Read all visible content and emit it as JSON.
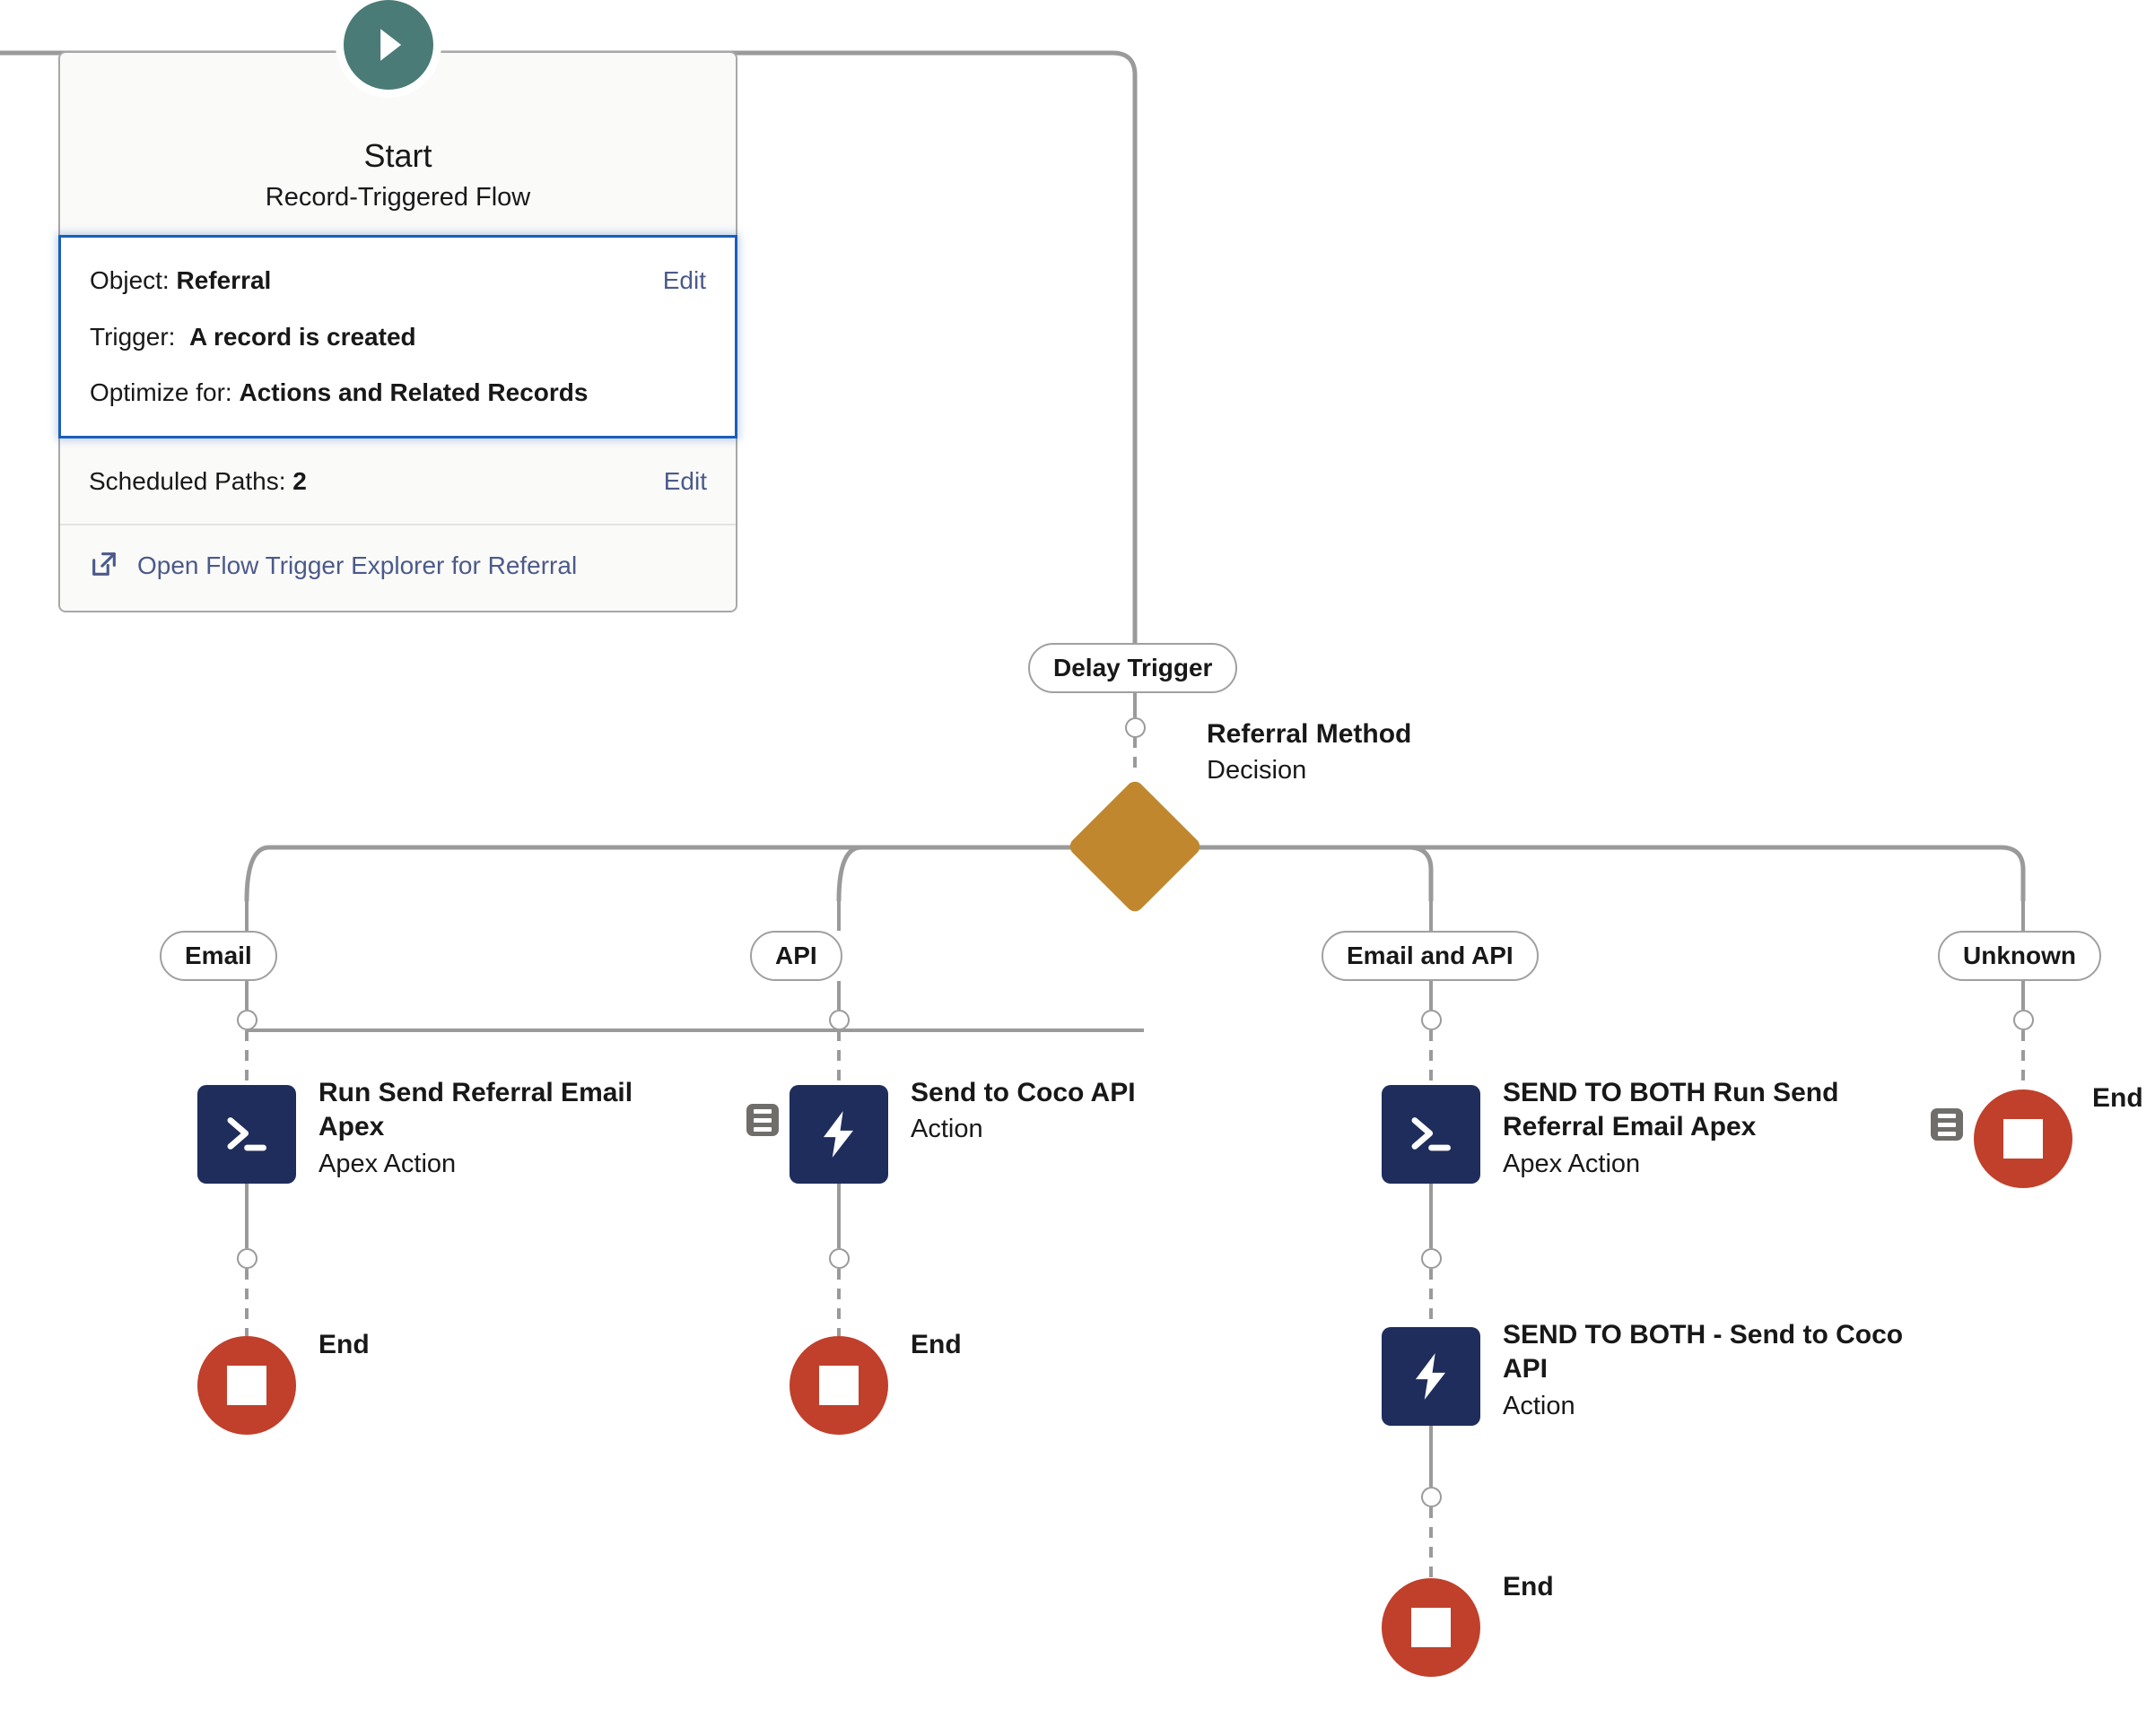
{
  "flow": {
    "start": {
      "title": "Start",
      "subtitle": "Record-Triggered Flow",
      "play_icon": "play-icon",
      "trigger": {
        "object_label": "Object:",
        "object_value": "Referral",
        "trigger_label": "Trigger:",
        "trigger_value": "A record is created",
        "optimize_label": "Optimize for:",
        "optimize_value": "Actions and Related Records",
        "edit_label": "Edit"
      },
      "scheduled": {
        "label": "Scheduled Paths:",
        "value": "2",
        "edit_label": "Edit"
      },
      "explorer": {
        "label": "Open Flow Trigger Explorer for Referral",
        "icon": "external-link-icon"
      }
    },
    "delay_trigger": {
      "label": "Delay Trigger"
    },
    "decision": {
      "title": "Referral Method",
      "subtitle": "Decision",
      "icon": "signpost-icon"
    },
    "branches": [
      {
        "pill": "Email",
        "nodes": [
          {
            "title": "Run Send Referral Email Apex",
            "subtitle": "Apex Action",
            "icon": "apex-terminal-icon",
            "badge": null
          },
          {
            "title": "End",
            "subtitle": "",
            "icon": "end-stop-icon",
            "badge": null
          }
        ]
      },
      {
        "pill": "API",
        "nodes": [
          {
            "title": "Send to Coco API",
            "subtitle": "Action",
            "icon": "action-bolt-icon",
            "badge": "notes-badge-icon"
          },
          {
            "title": "End",
            "subtitle": "",
            "icon": "end-stop-icon",
            "badge": null
          }
        ]
      },
      {
        "pill": "Email and API",
        "nodes": [
          {
            "title": "SEND TO BOTH Run Send Referral Email Apex",
            "subtitle": "Apex Action",
            "icon": "apex-terminal-icon",
            "badge": null
          },
          {
            "title": "SEND TO BOTH - Send to Coco API",
            "subtitle": "Action",
            "icon": "action-bolt-icon",
            "badge": null
          },
          {
            "title": "End",
            "subtitle": "",
            "icon": "end-stop-icon",
            "badge": null
          }
        ]
      },
      {
        "pill": "Unknown",
        "nodes": [
          {
            "title": "End",
            "subtitle": "",
            "icon": "end-stop-icon",
            "badge": "notes-badge-icon"
          }
        ]
      }
    ],
    "colors": {
      "start_accent": "#4a7b77",
      "decision": "#c0872e",
      "action": "#1f2d5c",
      "end": "#c0402b",
      "connector": "#9a9a9a",
      "selected_border": "#1b5eba",
      "link": "#4c5a8a"
    }
  }
}
